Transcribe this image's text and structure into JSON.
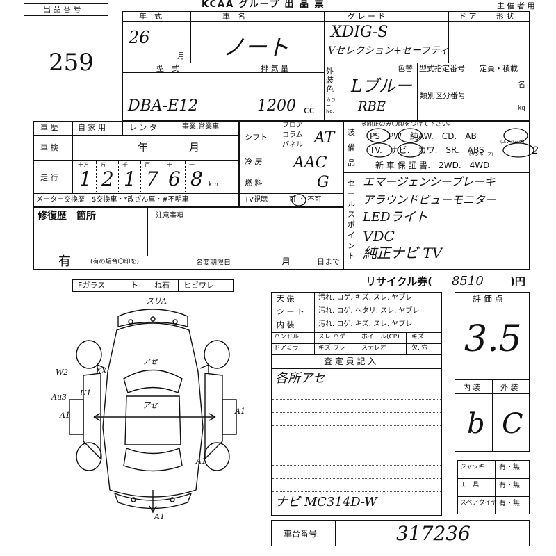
{
  "header": {
    "lot_label": "出 品 番 号",
    "lot_number": "259",
    "brand_title": "KCAA グループ 出 品 票",
    "organizer_label": "主 催 者 用"
  },
  "columns": {
    "year": "年　式",
    "make": "車　名",
    "grade": "グ レ ー ド",
    "doors": "ド ア",
    "shape": "形 状",
    "model": "型　式",
    "displacement": "排 気 量",
    "exterior_color": "外装色",
    "color_change": "色替",
    "type_designation": "型式指定番号",
    "category_number": "類別区分番号",
    "capacity_load": "定員・積載",
    "persons_unit": "名",
    "kg_unit": "kg",
    "color_code_label": "カラーNo."
  },
  "vehicle": {
    "year_value": "26",
    "month_unit": "月",
    "name": "ノート",
    "grade_line1": "XDIG-S",
    "grade_line2": "Vセレクション+セーフティ",
    "model_code": "DBA-E12",
    "displacement_value": "1200",
    "cc_unit": "cc",
    "color": "Lブルー",
    "color_code": "RBE"
  },
  "history": {
    "history_label": "車 歴",
    "private": "自 家 用",
    "rental": "レ ン タ",
    "commercial": "事業.営業車",
    "inspection_label": "車 検",
    "year_unit": "年",
    "month_unit": "月",
    "mileage_label": "走 行",
    "mileage_place_labels": [
      "十万",
      "万",
      "千",
      "百",
      "十",
      "一"
    ],
    "mileage_digits": [
      "1",
      "2",
      "1",
      "7",
      "6",
      "8"
    ],
    "km_unit": "km",
    "meter_note": "メーター交換歴　$交換車・*改ざん車・#不明車"
  },
  "specs": {
    "shift_label": "シフト",
    "shift_options": [
      "フロア",
      "コラム",
      "パネル"
    ],
    "shift_value": "AT",
    "ac_label": "冷 房",
    "ac_value": "AAC",
    "fuel_label": "燃 料",
    "fuel_value": "G",
    "tv_label": "TV視聴",
    "tv_options": "可 ・ 不可"
  },
  "equipment": {
    "label": "装備品",
    "note": "※純正のみ〇印をつけて下さい。",
    "row1": "PS　PW　純AW.　CD.　AB",
    "row2": "TV.　ナビ.　カワ.　SR.　ABS",
    "sub_note_1": "(エアバッグ)",
    "sub_note_2": "(サンルーフ)",
    "row3": "新 車 保 証 書.　2WD.　4WD",
    "airbag_count": "2"
  },
  "sales_points": {
    "label": "セールスポイント",
    "items": [
      "エマージェンシーブレーキ",
      "アラウンドビューモニター",
      "LEDライト",
      "VDC",
      "純正ナビ TV"
    ]
  },
  "repair": {
    "label": "修復歴　箇所",
    "notes_label": "注意事項",
    "value": "有",
    "note_small": "(有の場合〇印を)",
    "deadline_label": "名変期限日",
    "deadline_month": "月",
    "deadline_day": "日まで"
  },
  "glass": {
    "items": [
      "Fガラス",
      "ト",
      "ね石",
      "ヒビワレ"
    ]
  },
  "diagram": {
    "marks": [
      "スリA",
      "アセ",
      "アセ",
      "W2",
      "XX",
      "U1",
      "Au3",
      "A1",
      "A1",
      "A1",
      "A1"
    ]
  },
  "recycle": {
    "label": "リサイクル券(",
    "amount": "8510",
    "unit": ")円"
  },
  "interior": {
    "rows": [
      {
        "label": "天 張",
        "value": "汚れ. コゲ. キズ. スレ. ヤブレ"
      },
      {
        "label": "シ ー ト",
        "value": "汚れ. コゲ. ヘタリ. スレ. ヤブレ"
      },
      {
        "label": "内 装",
        "value": "汚れ. コゲ. キズ. スレ. ヤブレ"
      }
    ],
    "small_rows": [
      [
        "ハンドル",
        "スレ.ハゲ",
        "ホイール(CP)",
        "キズ"
      ],
      [
        "ドアミラー",
        "キズ.ワレ",
        "ステレオ",
        "欠. 穴"
      ]
    ]
  },
  "inspector": {
    "label": "査 定 員 記 入",
    "note": "各所アセ",
    "nav_model": "ナビ MC314D-W"
  },
  "grades": {
    "score_label": "評 価 点",
    "score": "3.5",
    "interior_label": "内 装",
    "exterior_label": "外 装",
    "interior_grade": "b",
    "exterior_grade": "C"
  },
  "accessories": [
    {
      "label": "ジャッキ",
      "value": "有・無"
    },
    {
      "label": "工　具",
      "value": "有・無"
    },
    {
      "label": "スペアタイヤ",
      "value": "有・無"
    }
  ],
  "chassis": {
    "label": "車台番号",
    "value": "317236"
  }
}
